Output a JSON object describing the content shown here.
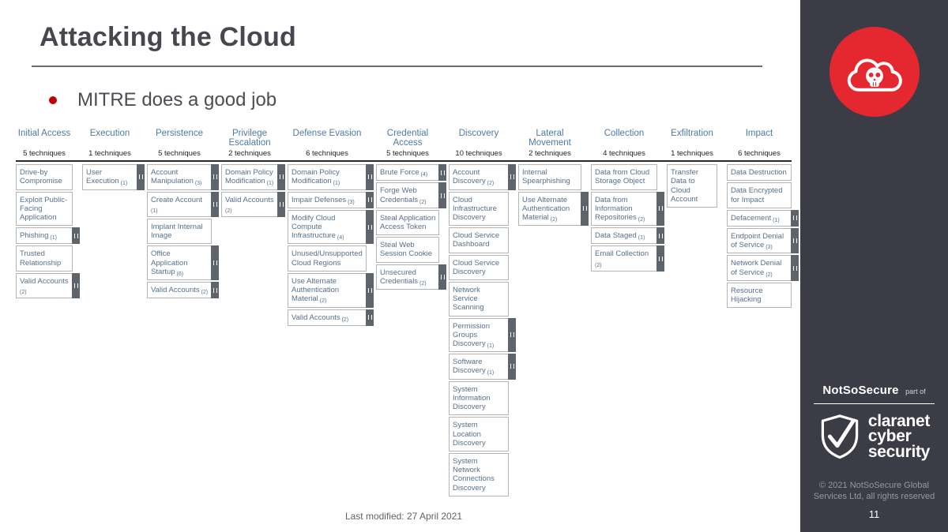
{
  "slide": {
    "title": "Attacking the Cloud",
    "bullet_text": "MITRE does a good job",
    "last_modified": "Last modified: 27 April 2021",
    "page_number": "11"
  },
  "branding": {
    "logo_icon": "cloud-skull-icon",
    "partner_name": "NotSoSecure",
    "partner_suffix": "part of",
    "shield_icon": "shield-check-icon",
    "claranet_lines": {
      "line1": "claranet",
      "line2": "cyber",
      "line3": "security"
    },
    "copyright_line1": "© 2021 NotSoSecure Global",
    "copyright_line2": "Services Ltd, all rights reserved"
  },
  "colors": {
    "accent_red": "#e5282f",
    "bullet_red": "#c00000",
    "sidebar_bg": "#3c3c46",
    "tactic_header_blue": "#4f7aa3",
    "technique_text": "#54718c",
    "cell_border": "#b5b5b5",
    "subtechnique_bar": "#5d646c",
    "title_gray": "#47474f"
  },
  "matrix": {
    "tactics": [
      {
        "name": "Initial Access",
        "count_label": "5 techniques",
        "techniques": [
          {
            "label": "Drive-by Compromise",
            "has_subtechniques": false
          },
          {
            "label": "Exploit Public-Facing Application",
            "has_subtechniques": false
          },
          {
            "label": "Phishing",
            "count": "(1)",
            "has_subtechniques": true
          },
          {
            "label": "Trusted Relationship",
            "has_subtechniques": false
          },
          {
            "label": "Valid Accounts",
            "count": "(2)",
            "has_subtechniques": true
          }
        ]
      },
      {
        "name": "Execution",
        "count_label": "1 techniques",
        "techniques": [
          {
            "label": "User Execution",
            "count": "(1)",
            "has_subtechniques": true
          }
        ]
      },
      {
        "name": "Persistence",
        "count_label": "5 techniques",
        "techniques": [
          {
            "label": "Account Manipulation",
            "count": "(3)",
            "has_subtechniques": true
          },
          {
            "label": "Create Account",
            "count": "(1)",
            "has_subtechniques": true
          },
          {
            "label": "Implant Internal Image",
            "has_subtechniques": false
          },
          {
            "label": "Office Application Startup",
            "count": "(6)",
            "has_subtechniques": true
          },
          {
            "label": "Valid Accounts",
            "count": "(2)",
            "has_subtechniques": true
          }
        ]
      },
      {
        "name": "Privilege Escalation",
        "count_label": "2 techniques",
        "techniques": [
          {
            "label": "Domain Policy Modification",
            "count": "(1)",
            "has_subtechniques": true
          },
          {
            "label": "Valid Accounts",
            "count": "(2)",
            "has_subtechniques": true
          }
        ]
      },
      {
        "name": "Defense Evasion",
        "count_label": "6 techniques",
        "techniques": [
          {
            "label": "Domain Policy Modification",
            "count": "(1)",
            "has_subtechniques": true
          },
          {
            "label": "Impair Defenses",
            "count": "(3)",
            "has_subtechniques": true
          },
          {
            "label": "Modify Cloud Compute Infrastructure",
            "count": "(4)",
            "has_subtechniques": true
          },
          {
            "label": "Unused/Unsupported Cloud Regions",
            "has_subtechniques": false
          },
          {
            "label": "Use Alternate Authentication Material",
            "count": "(2)",
            "has_subtechniques": true
          },
          {
            "label": "Valid Accounts",
            "count": "(2)",
            "has_subtechniques": true
          }
        ]
      },
      {
        "name": "Credential Access",
        "count_label": "5 techniques",
        "techniques": [
          {
            "label": "Brute Force",
            "count": "(4)",
            "has_subtechniques": true
          },
          {
            "label": "Forge Web Credentials",
            "count": "(2)",
            "has_subtechniques": true
          },
          {
            "label": "Steal Application Access Token",
            "has_subtechniques": false
          },
          {
            "label": "Steal Web Session Cookie",
            "has_subtechniques": false
          },
          {
            "label": "Unsecured Credentials",
            "count": "(2)",
            "has_subtechniques": true
          }
        ]
      },
      {
        "name": "Discovery",
        "count_label": "10 techniques",
        "techniques": [
          {
            "label": "Account Discovery",
            "count": "(2)",
            "has_subtechniques": true
          },
          {
            "label": "Cloud Infrastructure Discovery",
            "has_subtechniques": false
          },
          {
            "label": "Cloud Service Dashboard",
            "has_subtechniques": false
          },
          {
            "label": "Cloud Service Discovery",
            "has_subtechniques": false
          },
          {
            "label": "Network Service Scanning",
            "has_subtechniques": false
          },
          {
            "label": "Permission Groups Discovery",
            "count": "(1)",
            "has_subtechniques": true
          },
          {
            "label": "Software Discovery",
            "count": "(1)",
            "has_subtechniques": true
          },
          {
            "label": "System Information Discovery",
            "has_subtechniques": false
          },
          {
            "label": "System Location Discovery",
            "has_subtechniques": false
          },
          {
            "label": "System Network Connections Discovery",
            "has_subtechniques": false
          }
        ]
      },
      {
        "name": "Lateral Movement",
        "count_label": "2 techniques",
        "techniques": [
          {
            "label": "Internal Spearphishing",
            "has_subtechniques": false
          },
          {
            "label": "Use Alternate Authentication Material",
            "count": "(2)",
            "has_subtechniques": true
          }
        ]
      },
      {
        "name": "Collection",
        "count_label": "4 techniques",
        "techniques": [
          {
            "label": "Data from Cloud Storage Object",
            "has_subtechniques": false
          },
          {
            "label": "Data from Information Repositories",
            "count": "(2)",
            "has_subtechniques": true
          },
          {
            "label": "Data Staged",
            "count": "(1)",
            "has_subtechniques": true
          },
          {
            "label": "Email Collection",
            "count": "(2)",
            "has_subtechniques": true
          }
        ]
      },
      {
        "name": "Exfiltration",
        "count_label": "1 techniques",
        "techniques": [
          {
            "label": "Transfer Data to Cloud Account",
            "has_subtechniques": false
          }
        ]
      },
      {
        "name": "Impact",
        "count_label": "6 techniques",
        "techniques": [
          {
            "label": "Data Destruction",
            "has_subtechniques": false
          },
          {
            "label": "Data Encrypted for Impact",
            "has_subtechniques": false
          },
          {
            "label": "Defacement",
            "count": "(1)",
            "has_subtechniques": true
          },
          {
            "label": "Endpoint Denial of Service",
            "count": "(3)",
            "has_subtechniques": true
          },
          {
            "label": "Network Denial of Service",
            "count": "(2)",
            "has_subtechniques": true
          },
          {
            "label": "Resource Hijacking",
            "has_subtechniques": false
          }
        ]
      }
    ]
  }
}
